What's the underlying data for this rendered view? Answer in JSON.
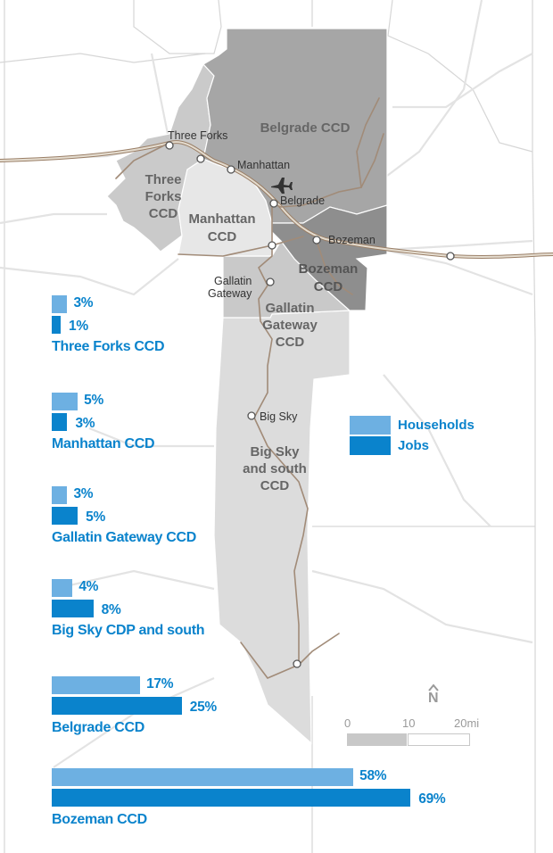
{
  "towns": {
    "three_forks": "Three Forks",
    "manhattan": "Manhattan",
    "belgrade": "Belgrade",
    "bozeman": "Bozeman",
    "gallatin_gateway_1": "Gallatin",
    "gallatin_gateway_2": "Gateway",
    "big_sky": "Big Sky"
  },
  "region_labels": {
    "belgrade": "Belgrade CCD",
    "three_forks": [
      "Three",
      "Forks",
      "CCD"
    ],
    "manhattan": [
      "Manhattan",
      "CCD"
    ],
    "bozeman": [
      "Bozeman",
      "CCD"
    ],
    "gallatin_gateway": [
      "Gallatin",
      "Gateway",
      "CCD"
    ],
    "big_sky": [
      "Big Sky",
      "and south",
      "CCD"
    ]
  },
  "legend": {
    "households": "Households",
    "jobs": "Jobs",
    "colors": {
      "households": "#6DB0E2",
      "jobs": "#0A83CC"
    }
  },
  "scale_bar": {
    "ticks": [
      "0",
      "10",
      "20mi"
    ]
  },
  "north_arrow": {
    "label": "N",
    "icon": "north-arrow-icon"
  },
  "chart_data": {
    "type": "bar",
    "orientation": "horizontal",
    "categories": [
      "Three Forks CCD",
      "Manhattan CCD",
      "Gallatin Gateway CCD",
      "Big Sky CDP and south",
      "Belgrade CCD",
      "Bozeman CCD"
    ],
    "series": [
      {
        "name": "Households",
        "values": [
          3,
          5,
          3,
          4,
          17,
          58
        ],
        "labels": [
          "3%",
          "5%",
          "3%",
          "4%",
          "17%",
          "58%"
        ]
      },
      {
        "name": "Jobs",
        "values": [
          1,
          3,
          5,
          8,
          25,
          69
        ],
        "labels": [
          "1%",
          "3%",
          "5%",
          "8%",
          "25%",
          "69%"
        ]
      }
    ],
    "unit": "%"
  }
}
